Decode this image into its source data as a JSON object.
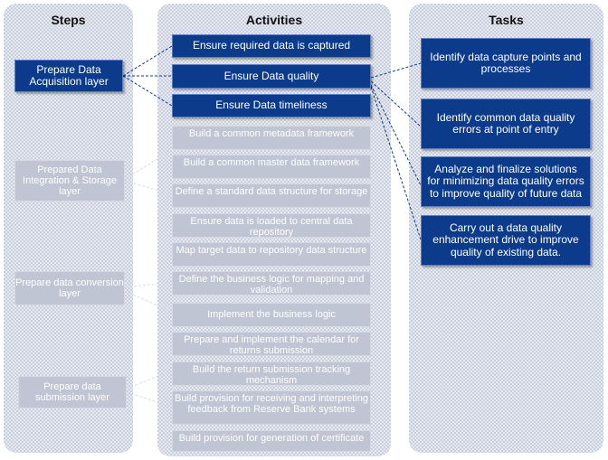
{
  "columns": {
    "steps": "Steps",
    "activities": "Activities",
    "tasks": "Tasks"
  },
  "steps": [
    "Prepare Data Acquisition layer",
    "Prepared Data Integration & Storage layer",
    "Prepare data conversion layer",
    "Prepare data submission layer"
  ],
  "activities": {
    "highlighted": [
      "Ensure required data is captured",
      "Ensure Data quality",
      "Ensure Data timeliness"
    ],
    "faded": [
      "Build a common metadata framework",
      "Build a common master data framework",
      "Define a standard data structure for storage",
      "Ensure data is loaded to central data repository",
      "Map target data to repository data structure",
      "Define the business logic for mapping and validation",
      "Implement the business logic",
      "Prepare and implement the calendar for returns submission",
      "Build the return submission tracking mechanism",
      "Build provision for receiving and interpreting feedback from Reserve Bank systems",
      "Build provision for generation of certificate"
    ]
  },
  "tasks": [
    "Identify data capture points and processes",
    "Identify  common data quality errors at point of entry",
    "Analyze and finalize solutions for minimizing data quality errors to improve quality of future data",
    "Carry out a data quality enhancement drive to improve quality of existing data."
  ],
  "colors": {
    "active_box": "#0c3b8c",
    "faded_box": "#bfc5d3",
    "panel": "#c9cfdd"
  }
}
